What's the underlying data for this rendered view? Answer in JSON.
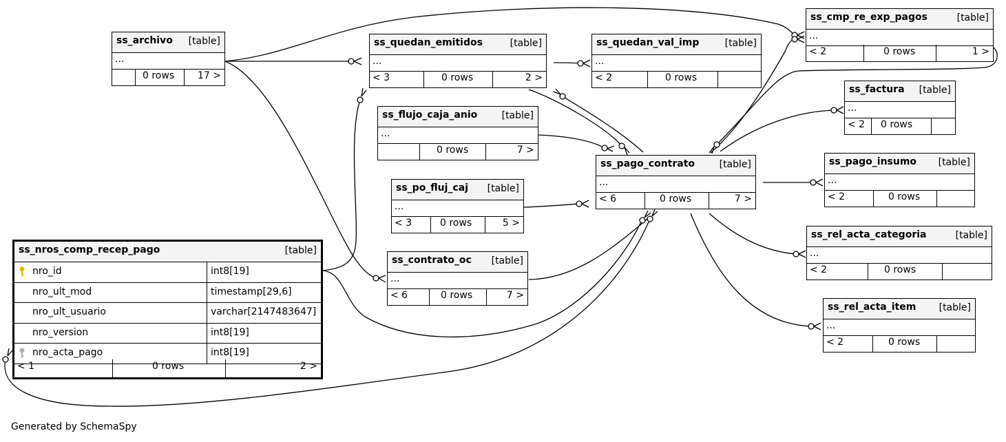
{
  "footer_note": "Generated by SchemaSpy",
  "focus_table": {
    "name": "ss_nros_comp_recep_pago",
    "kind": "[table]",
    "columns": [
      {
        "name": "nro_id",
        "type": "int8[19]",
        "key": "primary-key"
      },
      {
        "name": "nro_ult_mod",
        "type": "timestamp[29,6]",
        "key": ""
      },
      {
        "name": "nro_ult_usuario",
        "type": "varchar[2147483647]",
        "key": ""
      },
      {
        "name": "nro_version",
        "type": "int8[19]",
        "key": ""
      },
      {
        "name": "nro_acta_pago",
        "type": "int8[19]",
        "key": "foreign-key"
      }
    ],
    "footer": {
      "parents": "< 1",
      "rows": "0 rows",
      "children": "2 >"
    }
  },
  "tables": {
    "ss_archivo": {
      "name": "ss_archivo",
      "kind": "[table]",
      "body": "...",
      "parents": "",
      "rows": "0 rows",
      "children": "17 >"
    },
    "ss_quedan_emitidos": {
      "name": "ss_quedan_emitidos",
      "kind": "[table]",
      "body": "...",
      "parents": "< 3",
      "rows": "0 rows",
      "children": "2 >"
    },
    "ss_quedan_val_imp": {
      "name": "ss_quedan_val_imp",
      "kind": "[table]",
      "body": "...",
      "parents": "< 2",
      "rows": "0 rows",
      "children": ""
    },
    "ss_cmp_re_exp_pagos": {
      "name": "ss_cmp_re_exp_pagos",
      "kind": "[table]",
      "body": "...",
      "parents": "< 2",
      "rows": "0 rows",
      "children": "1 >"
    },
    "ss_flujo_caja_anio": {
      "name": "ss_flujo_caja_anio",
      "kind": "[table]",
      "body": "...",
      "parents": "",
      "rows": "0 rows",
      "children": "7 >"
    },
    "ss_factura": {
      "name": "ss_factura",
      "kind": "[table]",
      "body": "...",
      "parents": "< 2",
      "rows": "0 rows",
      "children": ""
    },
    "ss_pago_contrato": {
      "name": "ss_pago_contrato",
      "kind": "[table]",
      "body": "...",
      "parents": "< 6",
      "rows": "0 rows",
      "children": "7 >"
    },
    "ss_pago_insumo": {
      "name": "ss_pago_insumo",
      "kind": "[table]",
      "body": "...",
      "parents": "< 2",
      "rows": "0 rows",
      "children": ""
    },
    "ss_po_fluj_caj": {
      "name": "ss_po_fluj_caj",
      "kind": "[table]",
      "body": "...",
      "parents": "< 3",
      "rows": "0 rows",
      "children": "5 >"
    },
    "ss_rel_acta_categoria": {
      "name": "ss_rel_acta_categoria",
      "kind": "[table]",
      "body": "...",
      "parents": "< 2",
      "rows": "0 rows",
      "children": ""
    },
    "ss_contrato_oc": {
      "name": "ss_contrato_oc",
      "kind": "[table]",
      "body": "...",
      "parents": "< 6",
      "rows": "0 rows",
      "children": "7 >"
    },
    "ss_rel_acta_item": {
      "name": "ss_rel_acta_item",
      "kind": "[table]",
      "body": "...",
      "parents": "< 2",
      "rows": "0 rows",
      "children": ""
    }
  },
  "colors": {
    "line": "#000000",
    "header_bg": "#f4f4f4",
    "primary_key": "#d4c400",
    "foreign_key": "#b0b0b0"
  }
}
